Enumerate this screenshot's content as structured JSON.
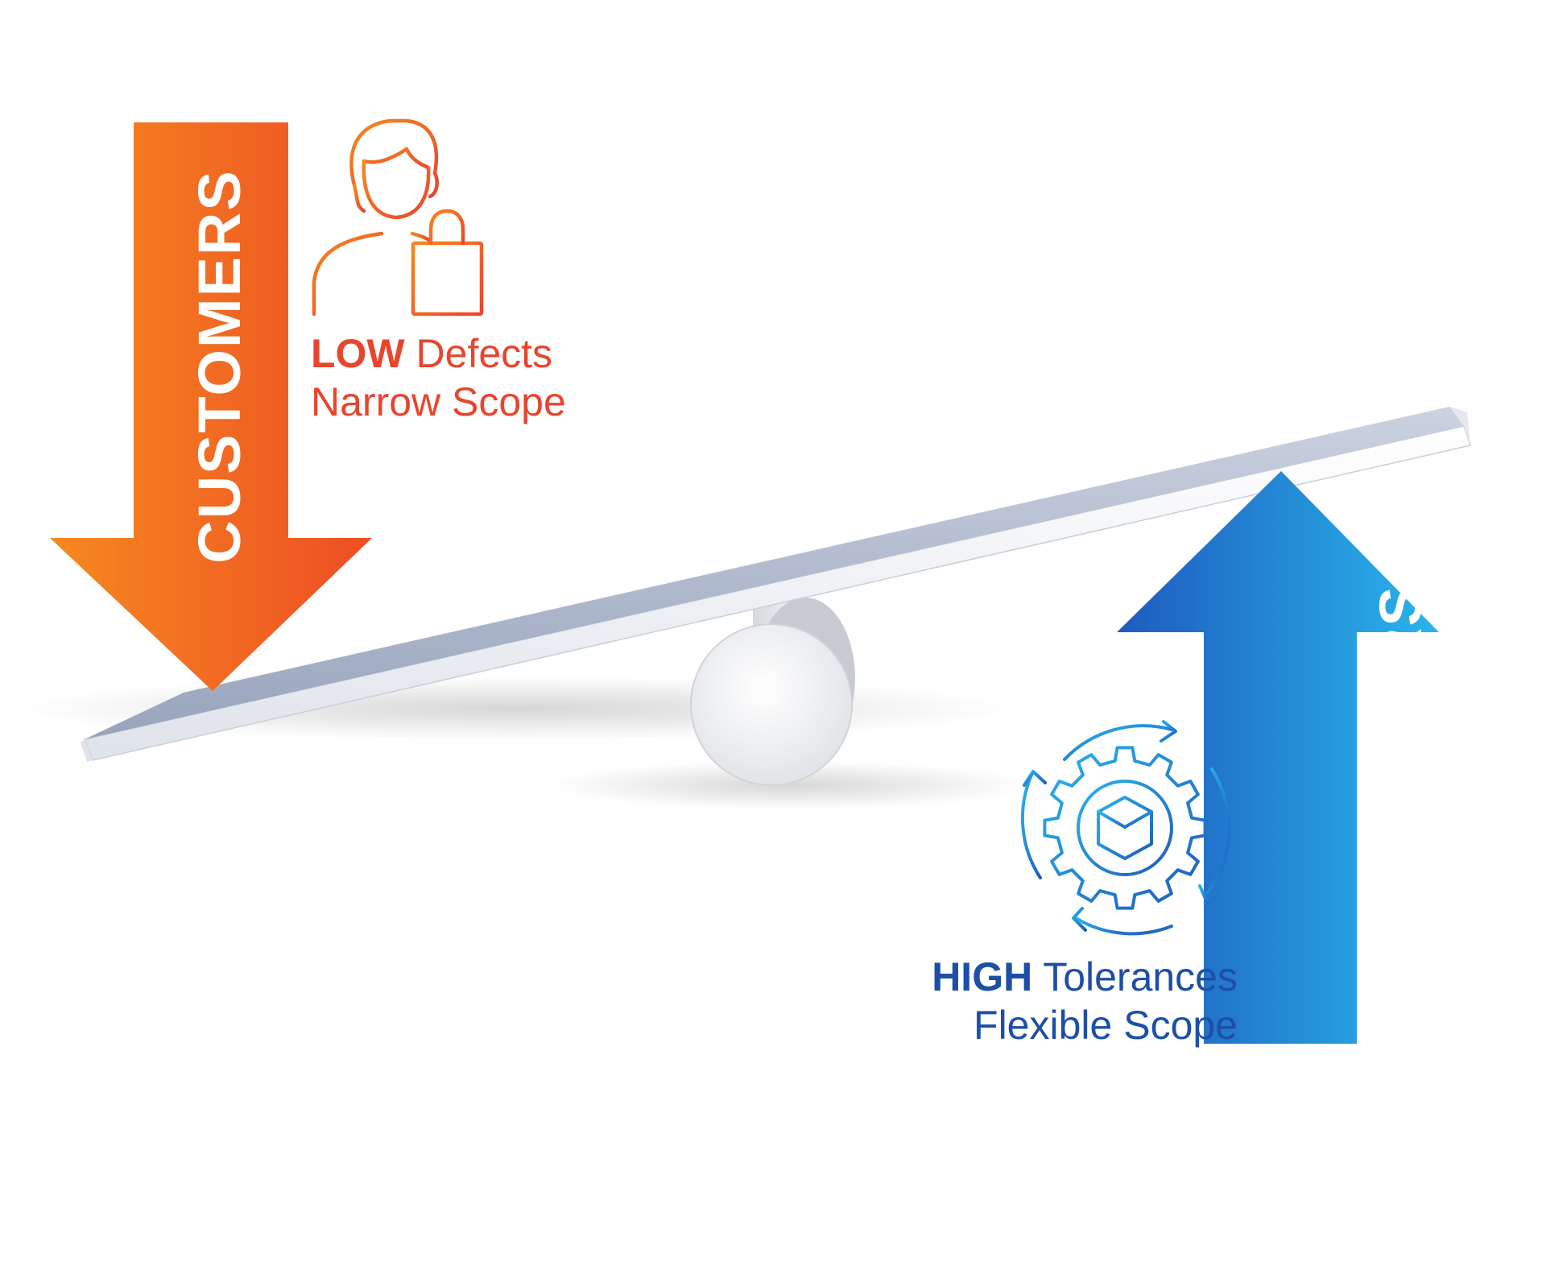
{
  "customers": {
    "arrow_label": "CUSTOMERS",
    "icon": "customer-shopping-bag-icon",
    "line1_strong": "LOW",
    "line1_rest": " Defects",
    "line2": "Narrow Scope",
    "colors": {
      "gradient_start": "#f6891f",
      "gradient_end": "#ed4e24",
      "text": "#e8452e"
    }
  },
  "suppliers": {
    "arrow_label": "SUPPLIERS",
    "icon": "gear-cube-cycle-icon",
    "line1_strong": "HIGH",
    "line1_rest": " Tolerances",
    "line2": "Flexible Scope",
    "colors": {
      "gradient_start": "#1e5bbd",
      "gradient_end": "#29b5ec",
      "text": "#1d4fa8"
    }
  },
  "seesaw": {
    "plank_color": "#b9c3d6",
    "fulcrum_color": "#e8e9ec"
  }
}
